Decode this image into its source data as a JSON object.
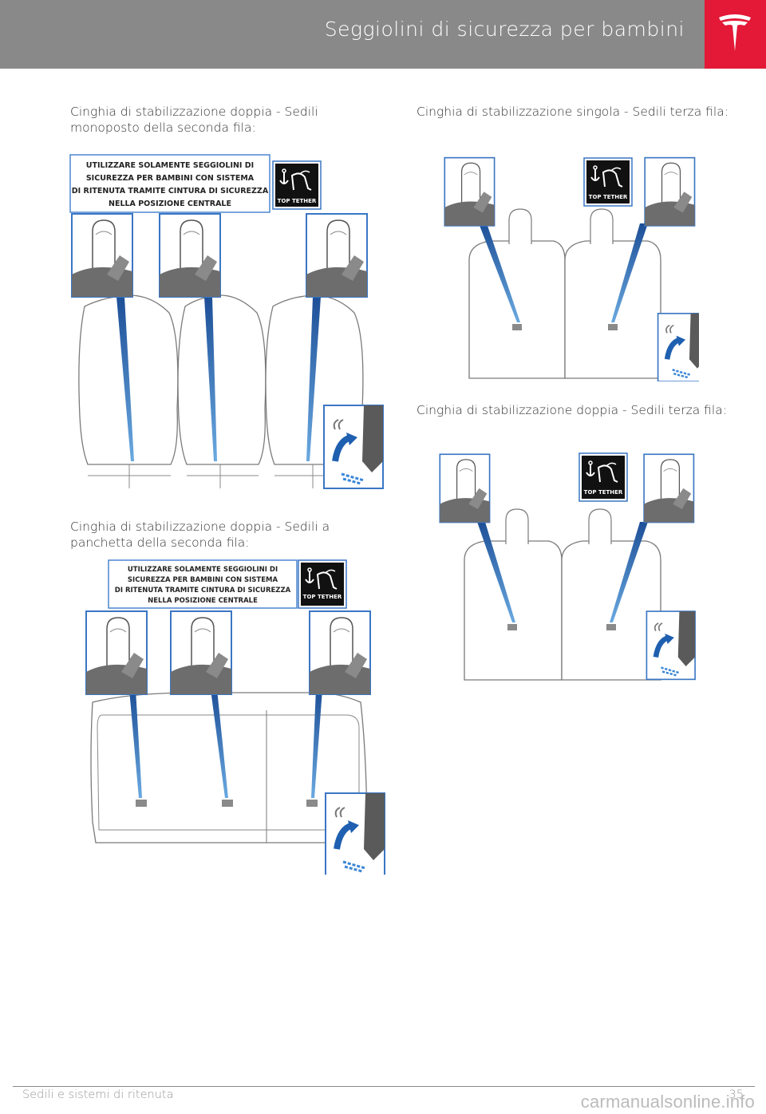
{
  "header": {
    "title": "Seggiolini di sicurezza per bambini"
  },
  "captions": {
    "c1": "Cinghia di stabilizzazione doppia - Sedili monoposto della seconda fila:",
    "c2": "Cinghia di stabilizzazione doppia - Sedili a panchetta della seconda fila:",
    "c3": "Cinghia di stabilizzazione singola - Sedili terza fila:",
    "c4": "Cinghia di stabilizzazione doppia - Sedili terza fila:"
  },
  "label": {
    "line1": "UTILIZZARE SOLAMENTE SEGGIOLINI DI",
    "line2": "SICUREZZA PER BAMBINI CON SISTEMA",
    "line3": "DI RITENUTA TRAMITE CINTURA DI SICUREZZA",
    "line4": "NELLA POSIZIONE CENTRALE"
  },
  "top_tether": "TOP TETHER",
  "footer": {
    "left": "Sedili e sistemi di ritenuta",
    "right": "35"
  },
  "watermark": "carmanualsonline.info",
  "colors": {
    "header": "#898989",
    "brand": "#e31937",
    "accent": "#2f6db3"
  }
}
